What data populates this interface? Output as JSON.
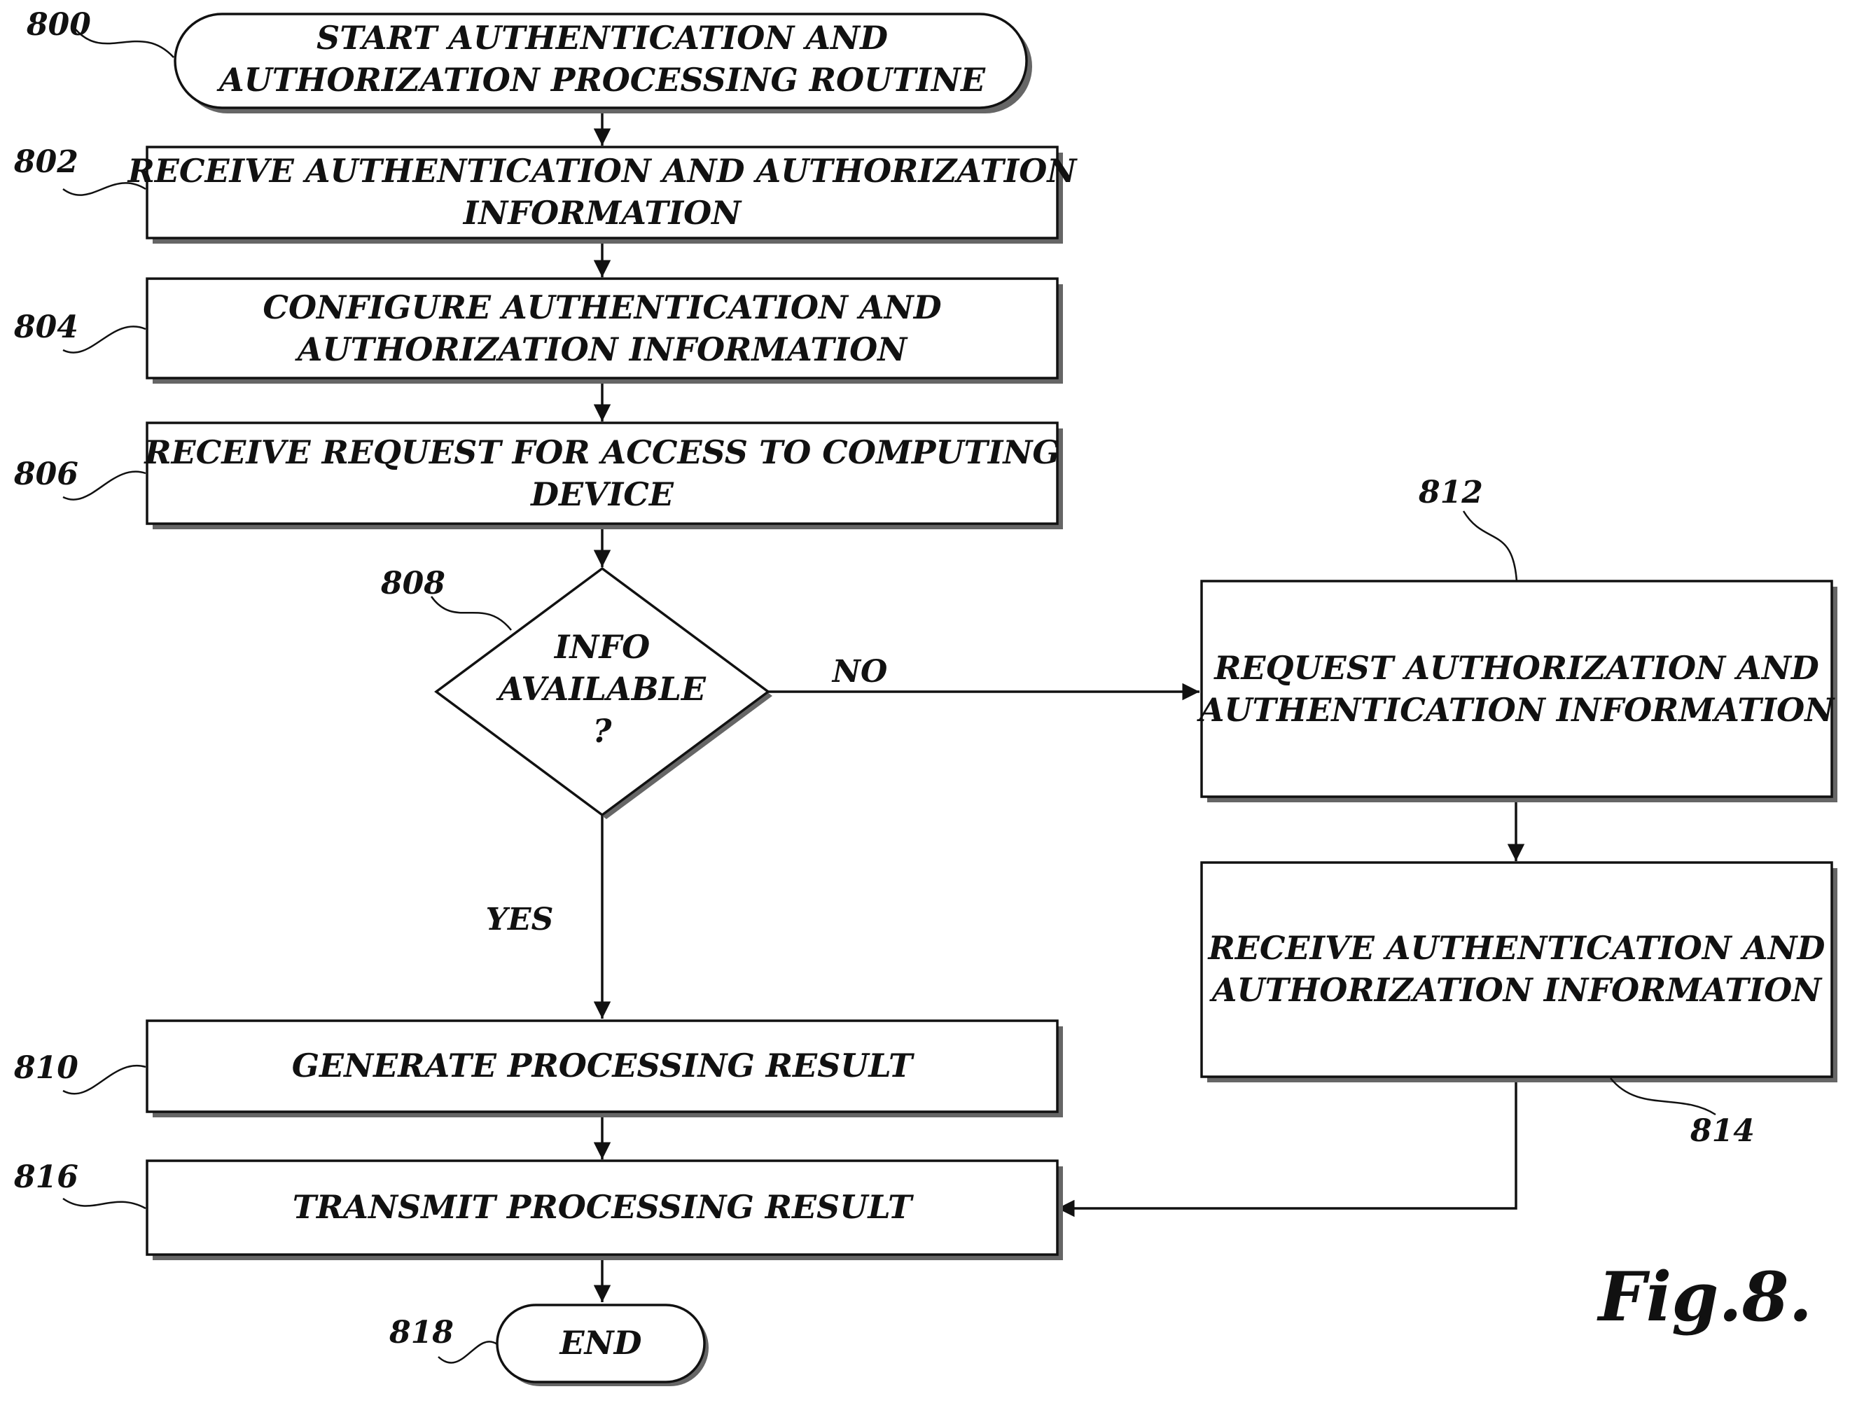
{
  "nodes": {
    "n800": {
      "ref": "800",
      "lines": [
        "START AUTHENTICATION AND",
        "AUTHORIZATION PROCESSING ROUTINE"
      ]
    },
    "n802": {
      "ref": "802",
      "lines": [
        "RECEIVE AUTHENTICATION AND AUTHORIZATION",
        "INFORMATION"
      ]
    },
    "n804": {
      "ref": "804",
      "lines": [
        "CONFIGURE AUTHENTICATION AND",
        "AUTHORIZATION INFORMATION"
      ]
    },
    "n806": {
      "ref": "806",
      "lines": [
        "RECEIVE REQUEST FOR ACCESS TO COMPUTING",
        "DEVICE"
      ]
    },
    "n808": {
      "ref": "808",
      "lines": [
        "INFO",
        "AVAILABLE",
        "?"
      ]
    },
    "n810": {
      "ref": "810",
      "lines": [
        "GENERATE PROCESSING RESULT"
      ]
    },
    "n812": {
      "ref": "812",
      "lines": [
        "REQUEST AUTHORIZATION AND",
        "AUTHENTICATION INFORMATION"
      ]
    },
    "n814": {
      "ref": "814",
      "lines": [
        "RECEIVE AUTHENTICATION AND",
        "AUTHORIZATION INFORMATION"
      ]
    },
    "n816": {
      "ref": "816",
      "lines": [
        "TRANSMIT PROCESSING RESULT"
      ]
    },
    "n818": {
      "ref": "818",
      "lines": [
        "END"
      ]
    }
  },
  "edges": {
    "no_label": "NO",
    "yes_label": "YES"
  },
  "figure_label": "Fig.8."
}
